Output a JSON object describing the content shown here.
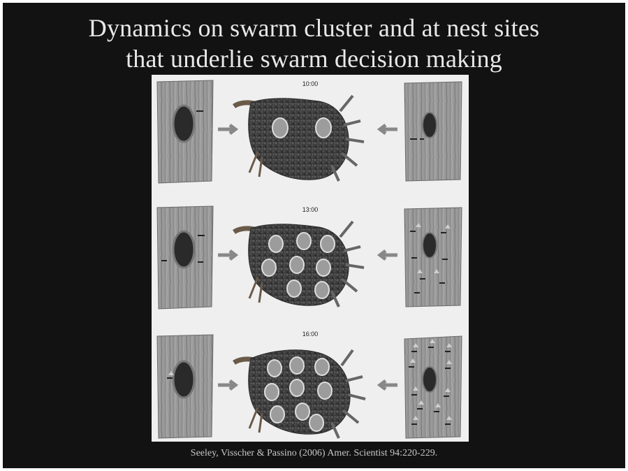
{
  "title": {
    "line1": "Dynamics on swarm cluster and at nest sites",
    "line2": "that underlie swarm decision making"
  },
  "figure": {
    "panels": [
      {
        "time": "10:00"
      },
      {
        "time": "13:00"
      },
      {
        "time": "16:00"
      }
    ]
  },
  "citation": "Seeley, Visscher & Passino (2006)  Amer. Scientist 94:220-229."
}
